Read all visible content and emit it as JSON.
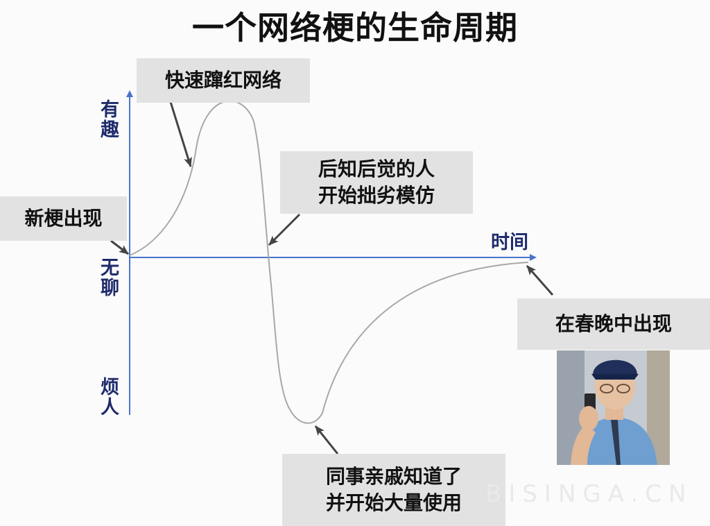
{
  "title": "一个网络梗的生命周期",
  "axes": {
    "y_top": "有趣",
    "y_middle": "无聊",
    "y_bottom": "烦人",
    "x": "时间"
  },
  "stages": [
    {
      "id": "new",
      "lines": [
        "新梗出现"
      ]
    },
    {
      "id": "viral",
      "lines": [
        "快速蹿红网络"
      ]
    },
    {
      "id": "imitate",
      "lines": [
        "后知后觉的人",
        "开始拙劣模仿"
      ]
    },
    {
      "id": "overuse",
      "lines": [
        "同事亲戚知道了",
        "并开始大量使用"
      ]
    },
    {
      "id": "gala",
      "lines": [
        "在春晚中出现"
      ]
    }
  ],
  "watermark": "BISINGA.CN",
  "colors": {
    "axis": "#4a73c9",
    "curve": "#a8a8a8",
    "box": "#e2e2e2",
    "label": "#1f2b6b"
  }
}
